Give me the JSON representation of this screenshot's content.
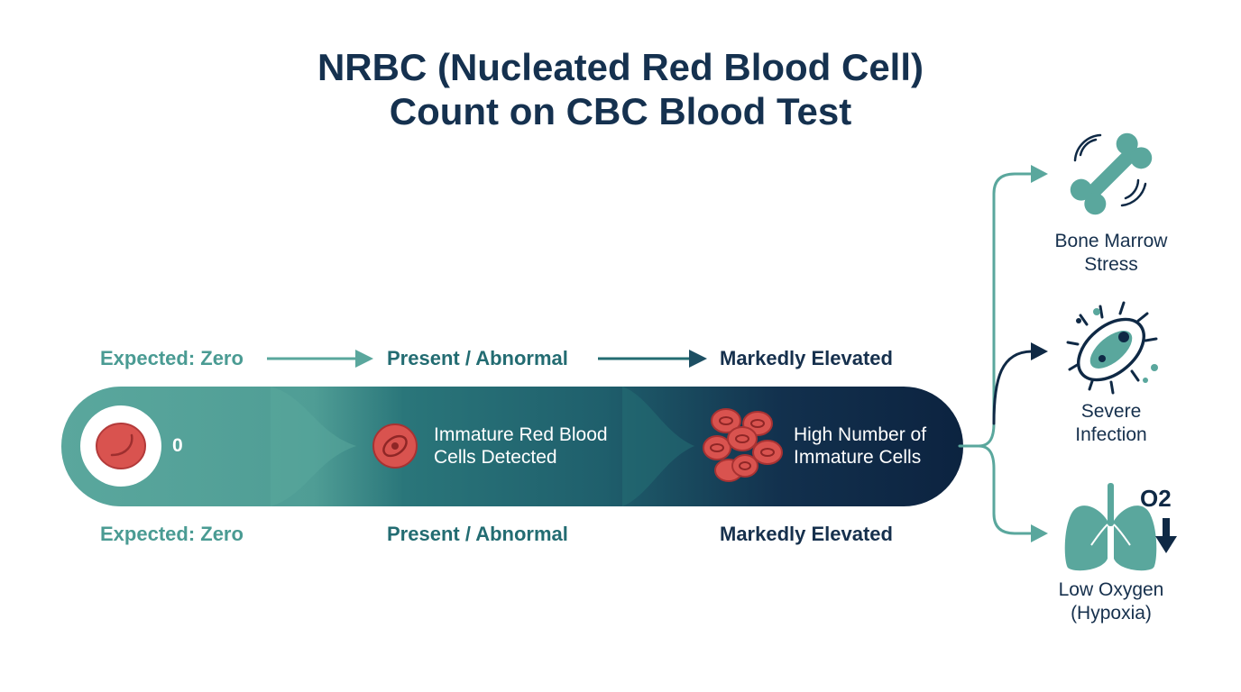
{
  "title": {
    "line1": "NRBC (Nucleated Red Blood Cell)",
    "line2": "Count on CBC Blood Test"
  },
  "stages": [
    {
      "label": "Expected: Zero",
      "value": "0"
    },
    {
      "label": "Present / Abnormal",
      "description_line1": "Immature Red Blood",
      "description_line2": "Cells Detected"
    },
    {
      "label": "Markedly Elevated",
      "description_line1": "High Number of",
      "description_line2": "Immature Cells"
    }
  ],
  "outcomes": [
    {
      "line1": "Bone Marrow",
      "line2": "Stress",
      "icon": "bone-icon"
    },
    {
      "line1": "Severe",
      "line2": "Infection",
      "icon": "bacteria-icon"
    },
    {
      "line1": "Low Oxygen",
      "line2": "(Hypoxia)",
      "icon": "lungs-icon",
      "badge": "O2"
    }
  ],
  "colors": {
    "title": "#15314f",
    "teal_light": "#5aa79d",
    "teal_mid": "#236c72",
    "navy": "#0f2945",
    "cell_red": "#d9534f"
  }
}
